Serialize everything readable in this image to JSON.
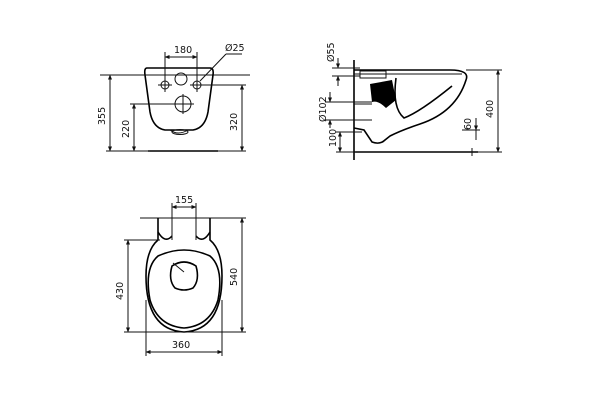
{
  "front_view": {
    "dims": {
      "top_width": "180",
      "hole_diameter": "Ø25",
      "height_355": "355",
      "height_220": "220",
      "height_320": "320"
    }
  },
  "side_view": {
    "dims": {
      "d55": "Ø55",
      "d102": "Ø102",
      "h100": "100",
      "h60": "60",
      "h400": "400"
    }
  },
  "top_view": {
    "dims": {
      "w155": "155",
      "h430": "430",
      "h540": "540",
      "w360": "360"
    }
  },
  "colors": {
    "line": "#111111",
    "background": "#ffffff"
  }
}
